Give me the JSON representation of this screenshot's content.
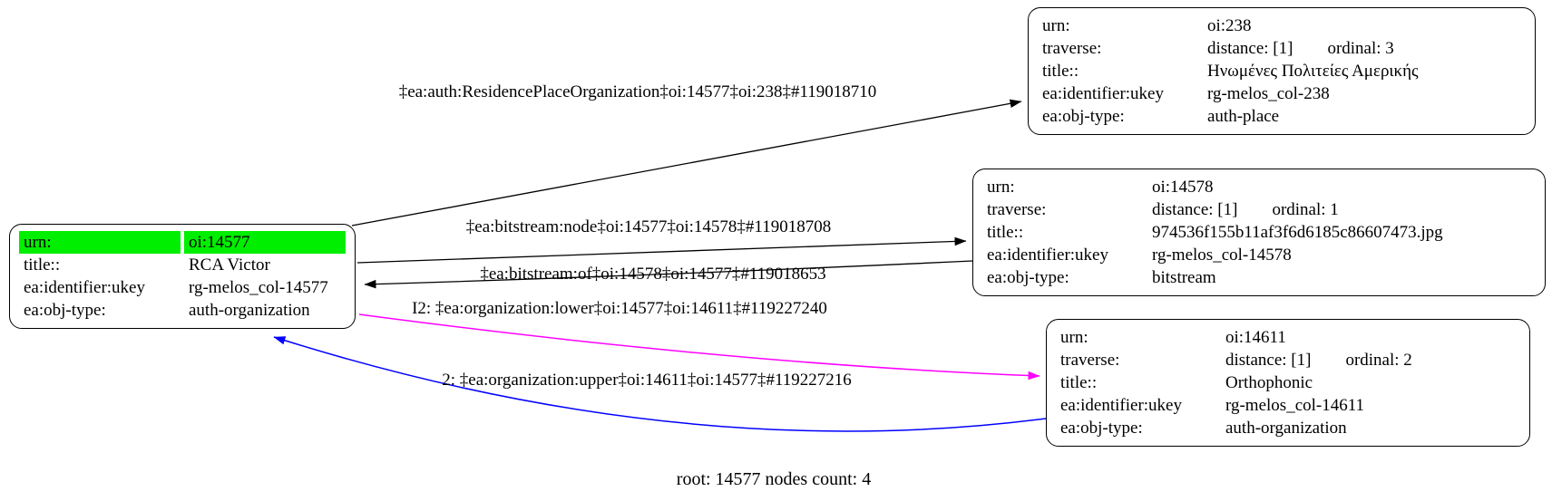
{
  "graph": {
    "caption": "root: 14577 nodes count: 4",
    "colors": {
      "background": "#ffffff",
      "node_border": "#000000",
      "highlight": "#00ee00",
      "edge_black": "#000000",
      "edge_magenta": "#ff00ff",
      "edge_blue": "#0000ff"
    },
    "nodes": [
      {
        "id": "oi:14577",
        "rows": [
          {
            "key": "urn:",
            "value": "oi:14577",
            "highlight": true
          },
          {
            "key": "title::",
            "value": "RCA Victor"
          },
          {
            "key": "ea:identifier:ukey",
            "value": "rg-melos_col-14577"
          },
          {
            "key": "ea:obj-type:",
            "value": "auth-organization"
          }
        ]
      },
      {
        "id": "oi:238",
        "rows": [
          {
            "key": "urn:",
            "value": "oi:238"
          },
          {
            "key": "traverse:",
            "value": "distance: [1]",
            "value2": "ordinal: 3"
          },
          {
            "key": "title::",
            "value": "Ηνωμένες Πολιτείες Αμερικής"
          },
          {
            "key": "ea:identifier:ukey",
            "value": "rg-melos_col-238"
          },
          {
            "key": "ea:obj-type:",
            "value": "auth-place"
          }
        ]
      },
      {
        "id": "oi:14578",
        "rows": [
          {
            "key": "urn:",
            "value": "oi:14578"
          },
          {
            "key": "traverse:",
            "value": "distance: [1]",
            "value2": "ordinal: 1"
          },
          {
            "key": "title::",
            "value": "974536f155b11af3f6d6185c86607473.jpg"
          },
          {
            "key": "ea:identifier:ukey",
            "value": "rg-melos_col-14578"
          },
          {
            "key": "ea:obj-type:",
            "value": "bitstream"
          }
        ]
      },
      {
        "id": "oi:14611",
        "rows": [
          {
            "key": "urn:",
            "value": "oi:14611"
          },
          {
            "key": "traverse:",
            "value": "distance: [1]",
            "value2": "ordinal: 2"
          },
          {
            "key": "title::",
            "value": "Orthophonic"
          },
          {
            "key": "ea:identifier:ukey",
            "value": "rg-melos_col-14611"
          },
          {
            "key": "ea:obj-type:",
            "value": "auth-organization"
          }
        ]
      }
    ],
    "edges": [
      {
        "label": "‡ea:auth:ResidencePlaceOrganization‡oi:14577‡oi:238‡#119018710",
        "color": "#000000",
        "from": "oi:14577",
        "to": "oi:238"
      },
      {
        "label": "‡ea:bitstream:node‡oi:14577‡oi:14578‡#119018708",
        "color": "#000000",
        "from": "oi:14577",
        "to": "oi:14578"
      },
      {
        "label": "‡ea:bitstream:of‡oi:14578‡oi:14577‡#119018653",
        "color": "#000000",
        "from": "oi:14578",
        "to": "oi:14577"
      },
      {
        "label": "I2: ‡ea:organization:lower‡oi:14577‡oi:14611‡#119227240",
        "color": "#ff00ff",
        "from": "oi:14577",
        "to": "oi:14611"
      },
      {
        "label": "2: ‡ea:organization:upper‡oi:14611‡oi:14577‡#119227216",
        "color": "#0000ff",
        "from": "oi:14611",
        "to": "oi:14577"
      }
    ]
  }
}
